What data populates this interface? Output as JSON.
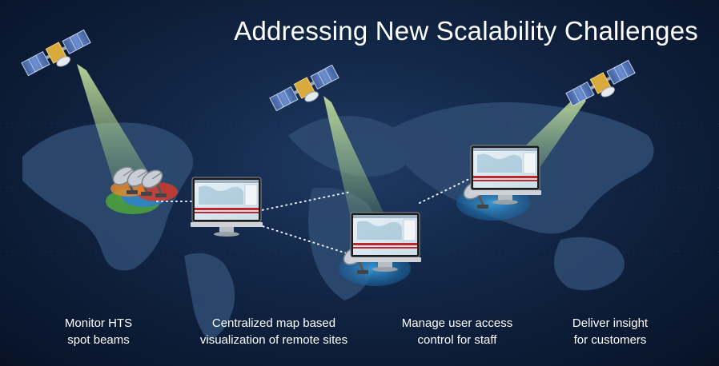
{
  "slide": {
    "title": "Addressing New Scalability Challenges",
    "colors": {
      "background": "#112544",
      "map": "#2d4a70",
      "beam": "#c8e6a0",
      "ground_ring": "#2b8fd0",
      "link_dots": "#e8f1ff"
    },
    "captions": [
      {
        "line1": "Monitor HTS",
        "line2": "spot beams"
      },
      {
        "line1": "Centralized map based",
        "line2": "visualization of remote sites"
      },
      {
        "line1": "Manage user access",
        "line2": "control for staff"
      },
      {
        "line1": "Deliver insight",
        "line2": "for customers"
      }
    ],
    "icons": [
      "satellite-icon",
      "satellite-dish-icon",
      "computer-monitor-icon",
      "world-map-icon"
    ]
  }
}
